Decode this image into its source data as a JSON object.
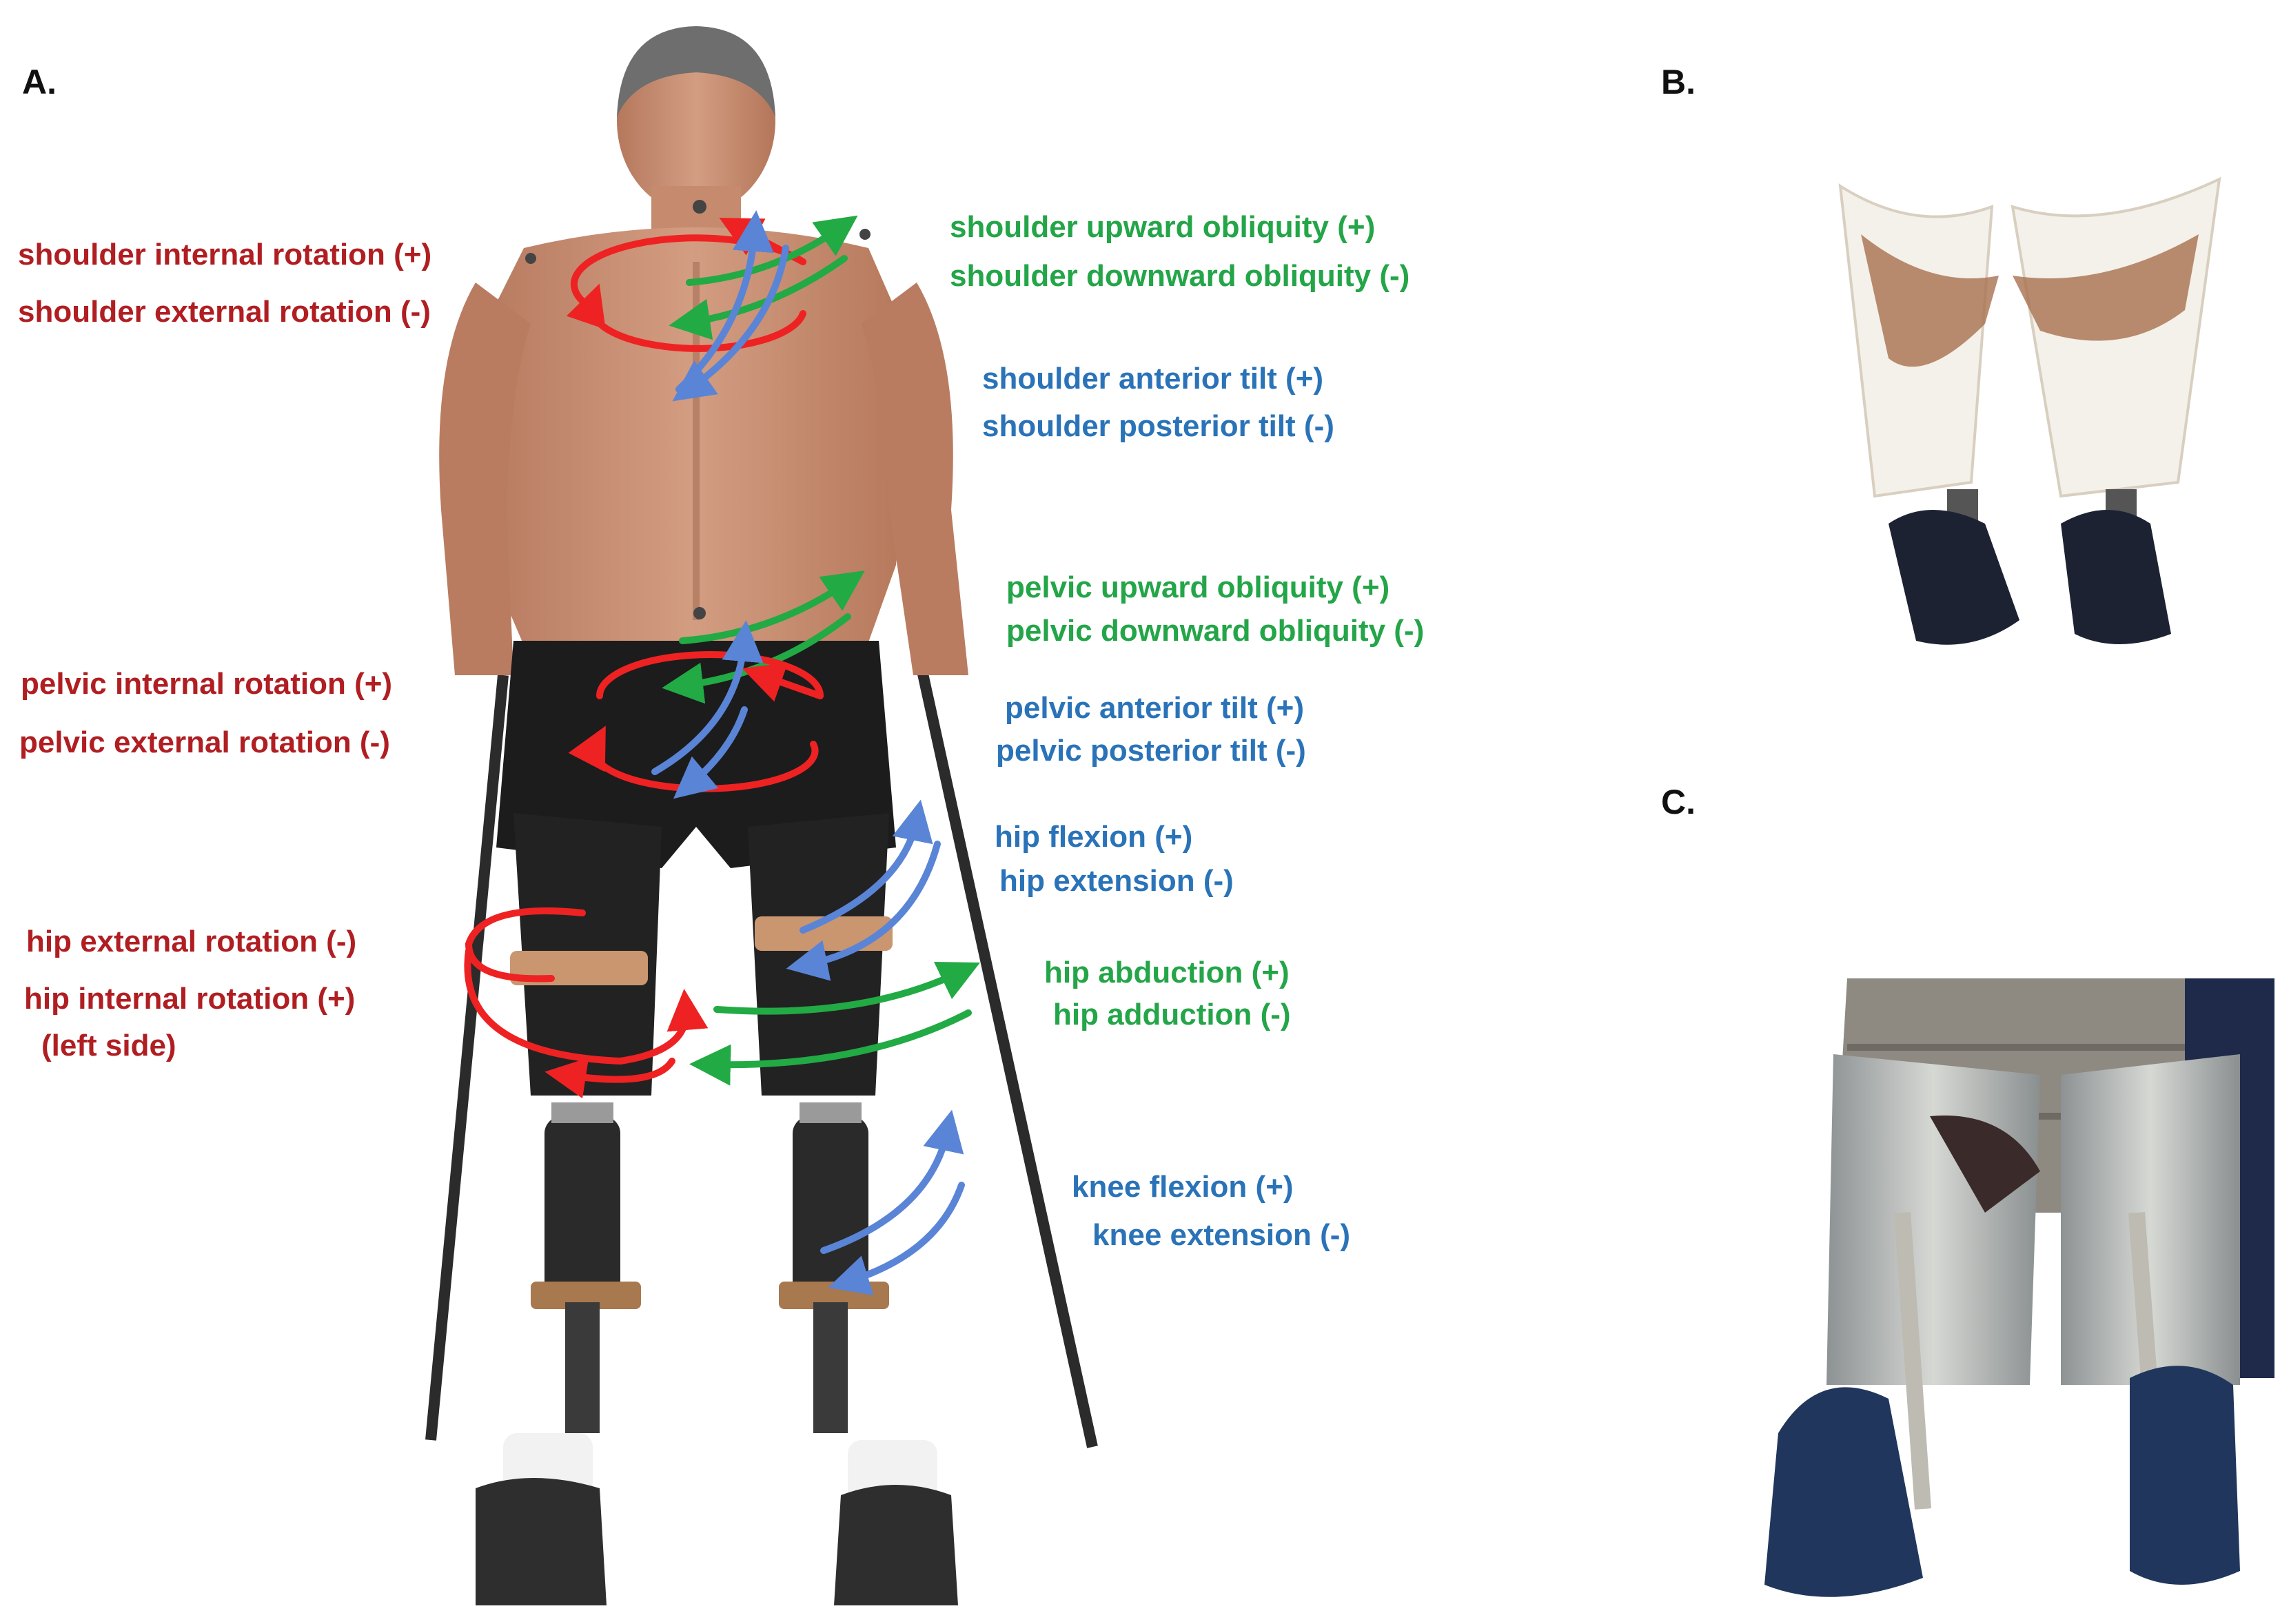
{
  "panels": {
    "a": "A.",
    "b": "B.",
    "c": "C."
  },
  "labels": {
    "shoulder_internal_rotation": "shoulder internal rotation (+)",
    "shoulder_external_rotation": "shoulder external rotation (-)",
    "shoulder_upward_obliquity": "shoulder upward obliquity (+)",
    "shoulder_downward_obliquity": "shoulder downward obliquity (-)",
    "shoulder_anterior_tilt": "shoulder anterior tilt (+)",
    "shoulder_posterior_tilt": "shoulder posterior tilt (-)",
    "pelvic_upward_obliquity": "pelvic upward obliquity (+)",
    "pelvic_downward_obliquity": "pelvic downward obliquity (-)",
    "pelvic_internal_rotation": "pelvic internal rotation (+)",
    "pelvic_external_rotation": "pelvic external rotation (-)",
    "pelvic_anterior_tilt": "pelvic anterior tilt (+)",
    "pelvic_posterior_tilt": "pelvic posterior tilt (-)",
    "hip_flexion": "hip flexion (+)",
    "hip_extension": "hip extension (-)",
    "hip_external_rotation": "hip external rotation (-)",
    "hip_internal_rotation": "hip internal rotation (+)",
    "left_side": "(left side)",
    "hip_abduction": "hip abduction (+)",
    "hip_adduction": "hip adduction (-)",
    "knee_flexion": "knee flexion (+)",
    "knee_extension": "knee extension (-)"
  },
  "colors": {
    "rotation": "#b01e22",
    "obliquity": "#23a548",
    "tilt": "#2a73b8",
    "arrow_red": "#ee2222",
    "arrow_green": "#22aa44",
    "arrow_blue": "#5a84d6"
  }
}
